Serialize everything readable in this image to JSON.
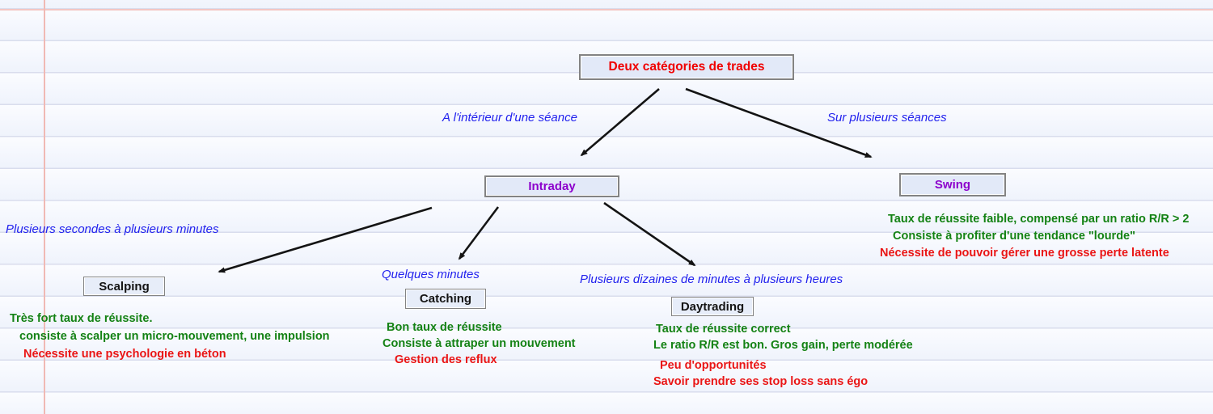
{
  "title": "Deux catégories de trades mind map",
  "colors": {
    "note_positive": "#148214",
    "note_negative": "#ea1515",
    "edge_label_blue": "#2222ee",
    "root_label_red": "#f00000",
    "node_label_purple": "#8d00cc",
    "node_fill": "#e2e9f8",
    "node_border": "#838383",
    "ruling_line": "#d9dded",
    "margin_line_red": "#f0b9b4"
  },
  "nodes": {
    "root": {
      "label": "Deux catégories de trades"
    },
    "intraday": {
      "label": "Intraday"
    },
    "swing": {
      "label": "Swing",
      "notes": [
        {
          "text": "Taux de réussite faible, compensé par un ratio R/R > 2",
          "tone": "pro"
        },
        {
          "text": "Consiste à profiter d'une tendance \"lourde\"",
          "tone": "pro"
        },
        {
          "text": "Nécessite de pouvoir gérer une grosse perte latente",
          "tone": "con"
        }
      ]
    },
    "scalping": {
      "label": "Scalping",
      "notes": [
        {
          "text": "Très fort taux de réussite.",
          "tone": "pro"
        },
        {
          "text": "consiste à scalper un micro-mouvement, une impulsion",
          "tone": "pro"
        },
        {
          "text": "Nécessite une psychologie en béton",
          "tone": "con"
        }
      ]
    },
    "catching": {
      "label": "Catching",
      "notes": [
        {
          "text": "Bon taux de réussite",
          "tone": "pro"
        },
        {
          "text": "Consiste à attraper un mouvement",
          "tone": "pro"
        },
        {
          "text": "Gestion des reflux",
          "tone": "con"
        }
      ]
    },
    "daytrading": {
      "label": "Daytrading",
      "notes": [
        {
          "text": "Taux de réussite correct",
          "tone": "pro"
        },
        {
          "text": "Le ratio R/R est bon. Gros gain, perte modérée",
          "tone": "pro"
        },
        {
          "text": "Peu d'opportunités",
          "tone": "con"
        },
        {
          "text": "Savoir prendre ses stop loss sans égo",
          "tone": "con"
        }
      ]
    }
  },
  "edge_labels": {
    "intraday": "A l'intérieur d'une séance",
    "swing": "Sur plusieurs séances",
    "scalping": "Plusieurs secondes à plusieurs minutes",
    "catching": "Quelques minutes",
    "daytrading": "Plusieurs dizaines de minutes à plusieurs heures"
  }
}
